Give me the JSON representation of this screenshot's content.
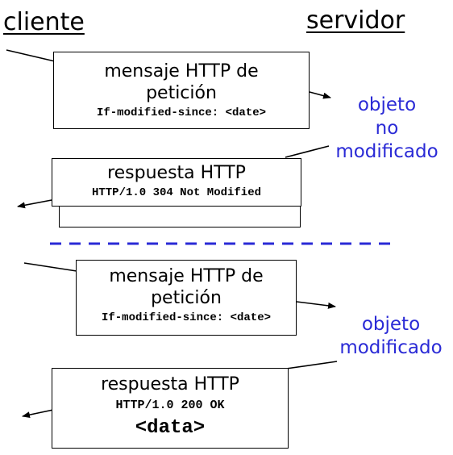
{
  "header": {
    "client_label": "cliente",
    "server_label": "servidor"
  },
  "scenario_1": {
    "request": {
      "line1": "mensaje HTTP de",
      "line2": "petición",
      "header_line": "If-modified-since: <date>"
    },
    "server_note": [
      "objeto",
      "no",
      "modificado"
    ],
    "response": {
      "line1": "respuesta HTTP",
      "status_line": "HTTP/1.0 304 Not Modified"
    }
  },
  "scenario_2": {
    "request": {
      "line1": "mensaje HTTP de",
      "line2": "petición",
      "header_line": "If-modified-since: <date>"
    },
    "server_note": [
      "objeto",
      "modificado"
    ],
    "response": {
      "line1": "respuesta HTTP",
      "status_line": "HTTP/1.0 200 OK",
      "body": "<data>"
    }
  },
  "colors": {
    "note_text": "#2a2ad6",
    "separator": "#2a2ad6"
  }
}
